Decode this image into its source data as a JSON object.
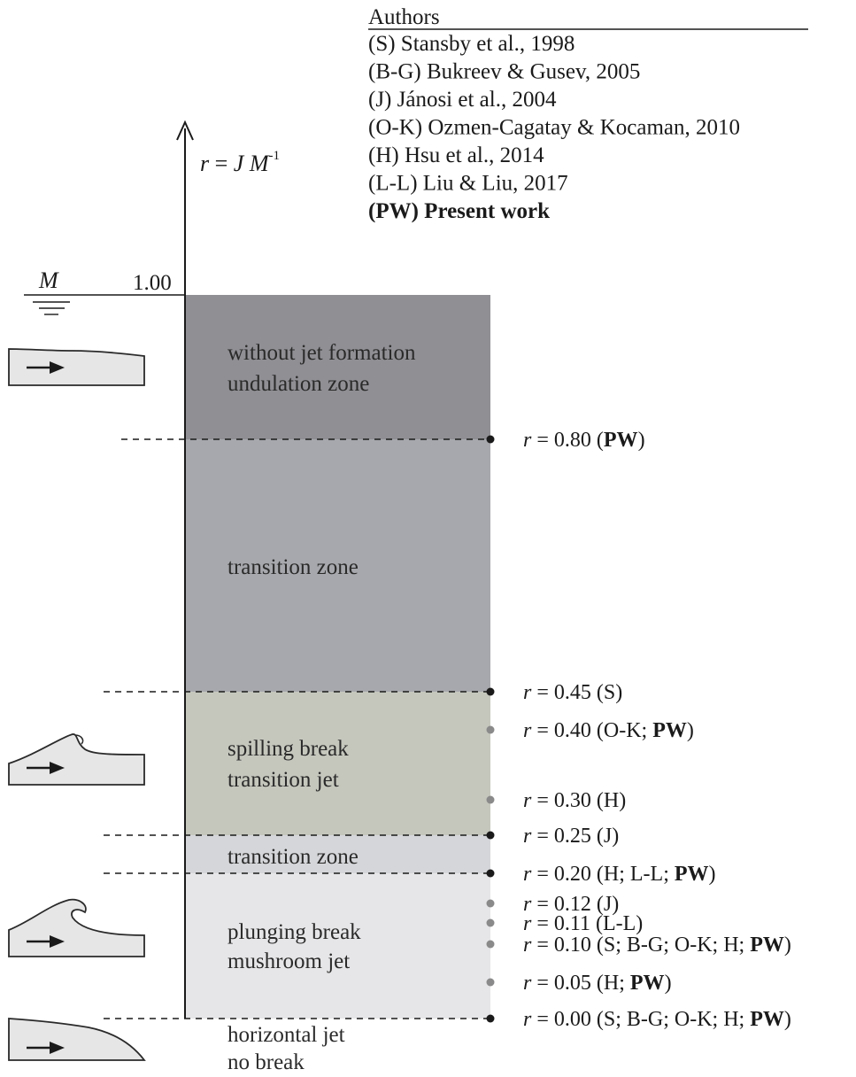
{
  "authors": {
    "heading": "Authors",
    "items": [
      {
        "text": "(S) Stansby et al., 1998",
        "bold": false
      },
      {
        "text": "(B-G) Bukreev & Gusev, 2005",
        "bold": false
      },
      {
        "text": "(J) Jánosi et al., 2004",
        "bold": false
      },
      {
        "text": "(O-K) Ozmen-Cagatay & Kocaman, 2010",
        "bold": false
      },
      {
        "text": "(H) Hsu et al., 2014",
        "bold": false
      },
      {
        "text": "(L-L) Liu & Liu, 2017",
        "bold": false
      },
      {
        "text": "(PW) Present work",
        "bold": true
      }
    ]
  },
  "axis": {
    "var": "r",
    "eq": " = ",
    "expr": "J M",
    "exp": "-1",
    "top_value": "1.00",
    "water_symbol": "M"
  },
  "zones": [
    {
      "id": "undulation",
      "from": 1.0,
      "to": 0.8,
      "color": "#8f8f94",
      "lines": [
        "without jet formation",
        "undulation zone"
      ]
    },
    {
      "id": "transition-1",
      "from": 0.8,
      "to": 0.45,
      "color": "#a7a8ad",
      "lines": [
        "transition zone"
      ]
    },
    {
      "id": "spilling",
      "from": 0.45,
      "to": 0.25,
      "color": "#c5c7bd",
      "lines": [
        "spilling break",
        "transition jet"
      ]
    },
    {
      "id": "transition-2",
      "from": 0.25,
      "to": 0.2,
      "color": "#d5d6d9",
      "lines": [
        "transition zone"
      ]
    },
    {
      "id": "plunging",
      "from": 0.2,
      "to": 0.0,
      "color": "#e6e6e8",
      "lines": [
        "plunging break",
        "mushroom jet"
      ]
    }
  ],
  "below_zone": {
    "lines": [
      "horizontal jet",
      "no break"
    ]
  },
  "thresholds": [
    {
      "r": 0.8,
      "value": "0.80",
      "marker": "black",
      "dashed": true,
      "parts": [
        {
          "t": "(",
          "b": false
        },
        {
          "t": "PW",
          "b": true
        },
        {
          "t": ")",
          "b": false
        }
      ]
    },
    {
      "r": 0.45,
      "value": "0.45",
      "marker": "black",
      "dashed": true,
      "parts": [
        {
          "t": "(S)",
          "b": false
        }
      ]
    },
    {
      "r": 0.4,
      "value": "0.40",
      "marker": "grey",
      "dashed": false,
      "parts": [
        {
          "t": "(O-K; ",
          "b": false
        },
        {
          "t": "PW",
          "b": true
        },
        {
          "t": ")",
          "b": false
        }
      ]
    },
    {
      "r": 0.3,
      "value": "0.30",
      "marker": "grey",
      "dashed": false,
      "parts": [
        {
          "t": "(H)",
          "b": false
        }
      ]
    },
    {
      "r": 0.25,
      "value": "0.25",
      "marker": "black",
      "dashed": true,
      "parts": [
        {
          "t": "(J)",
          "b": false
        }
      ]
    },
    {
      "r": 0.2,
      "value": "0.20",
      "marker": "black",
      "dashed": true,
      "parts": [
        {
          "t": "(H; L-L; ",
          "b": false
        },
        {
          "t": "PW",
          "b": true
        },
        {
          "t": ")",
          "b": false
        }
      ]
    },
    {
      "r": 0.12,
      "value": "0.12",
      "marker": "grey",
      "dashed": false,
      "parts": [
        {
          "t": "(J)",
          "b": false
        }
      ]
    },
    {
      "r": 0.11,
      "value": "0.11",
      "marker": "grey",
      "dashed": false,
      "parts": [
        {
          "t": "(L-L)",
          "b": false
        }
      ]
    },
    {
      "r": 0.1,
      "value": "0.10",
      "marker": "grey",
      "dashed": false,
      "parts": [
        {
          "t": "(S; B-G; O-K; H; ",
          "b": false
        },
        {
          "t": "PW",
          "b": true
        },
        {
          "t": ")",
          "b": false
        }
      ]
    },
    {
      "r": 0.05,
      "value": "0.05",
      "marker": "grey",
      "dashed": false,
      "parts": [
        {
          "t": "(H; ",
          "b": false
        },
        {
          "t": "PW",
          "b": true
        },
        {
          "t": ")",
          "b": false
        }
      ]
    },
    {
      "r": 0.0,
      "value": "0.00",
      "marker": "black",
      "dashed": true,
      "parts": [
        {
          "t": "(S; B-G; O-K; H; ",
          "b": false
        },
        {
          "t": "PW",
          "b": true
        },
        {
          "t": ")",
          "b": false
        }
      ]
    }
  ],
  "wave_icons": [
    {
      "kind": "undular",
      "zone": "undulation",
      "icon": "arrow-right-icon"
    },
    {
      "kind": "spilling",
      "zone": "spilling",
      "icon": "arrow-right-icon"
    },
    {
      "kind": "plunging",
      "zone": "plunging",
      "icon": "arrow-right-icon"
    },
    {
      "kind": "horizontal",
      "zone": "below",
      "icon": "arrow-right-icon"
    }
  ]
}
